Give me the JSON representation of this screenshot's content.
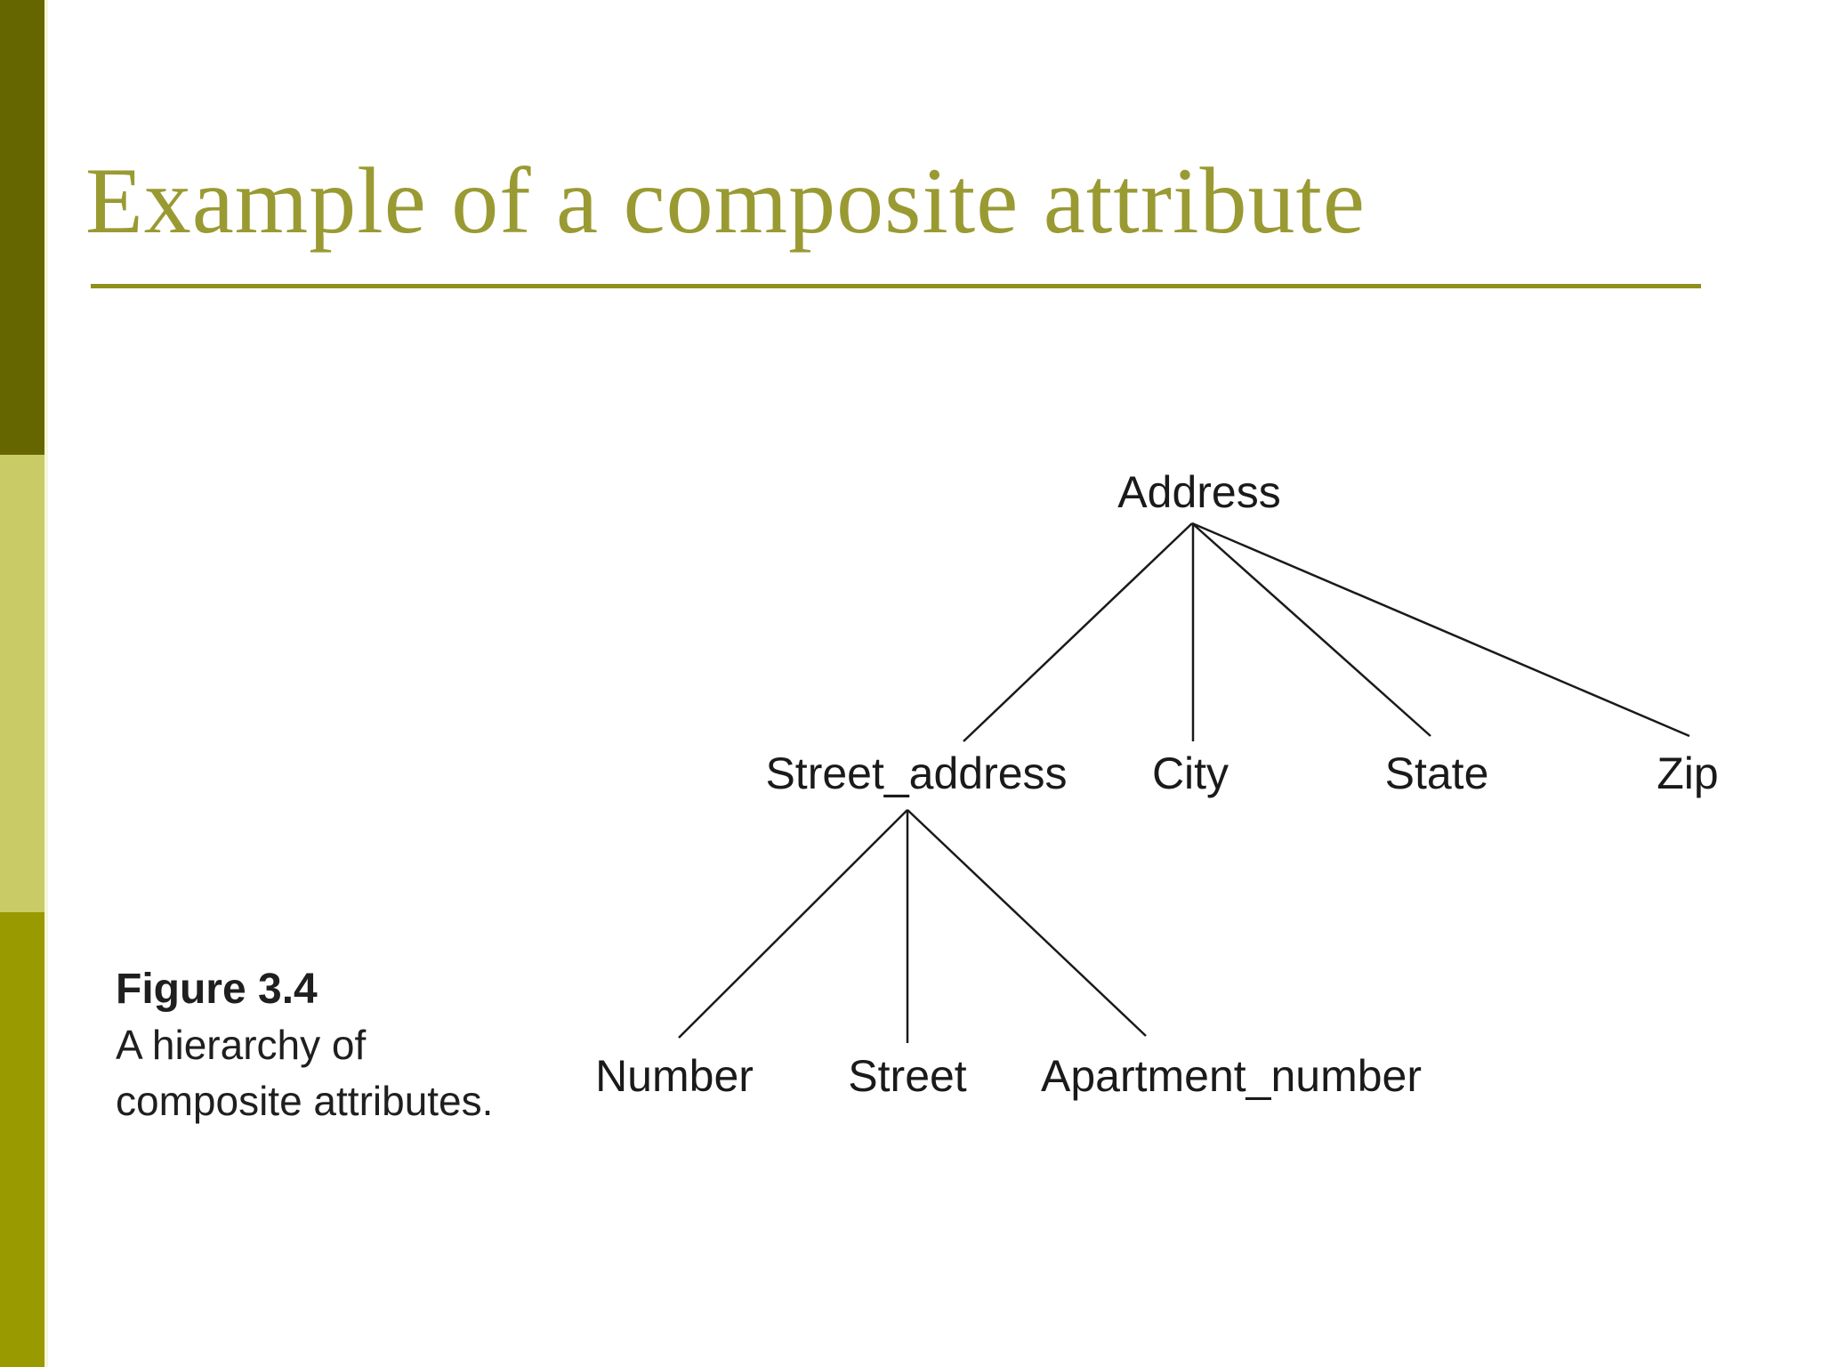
{
  "slide": {
    "title": "Example of a composite attribute"
  },
  "figure": {
    "caption_title": "Figure 3.4",
    "caption_lines": [
      "A hierarchy of",
      "composite attributes."
    ],
    "tree": {
      "label": "Address",
      "children": [
        {
          "label": "Street_address",
          "children": [
            {
              "label": "Number"
            },
            {
              "label": "Street"
            },
            {
              "label": "Apartment_number"
            }
          ]
        },
        {
          "label": "City"
        },
        {
          "label": "State"
        },
        {
          "label": "Zip"
        }
      ]
    }
  },
  "colors": {
    "background": "#ffffff",
    "title_text": "#9a9a33",
    "title_underline": "#8f8f1e",
    "sidebar_top_band": "#666600",
    "sidebar_middle_band": "#c9cc66",
    "sidebar_bottom_band": "#999900",
    "diagram_ink": "#1a1a1a"
  }
}
